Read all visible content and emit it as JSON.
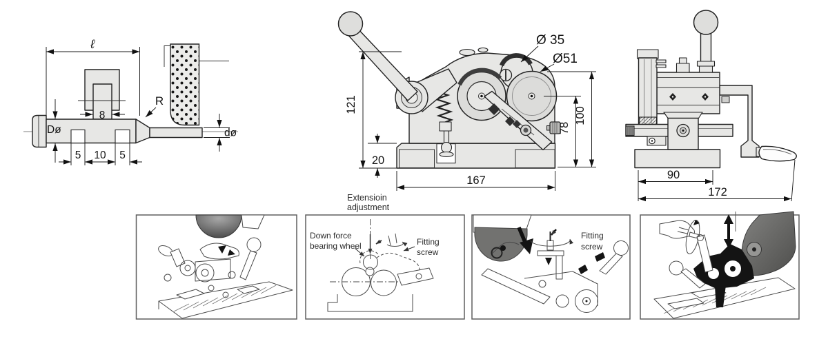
{
  "app": {
    "type": "technical-diagram-sheet",
    "background": "#ffffff"
  },
  "pin_view": {
    "dim_length": "ℓ",
    "dim_width": "8",
    "label_radius": "R",
    "label_major_dia": "Dø",
    "label_minor_dia": "dø",
    "dim_seg_left": "5",
    "dim_seg_mid": "10",
    "dim_seg_right": "5"
  },
  "side_view": {
    "dim_height": "121",
    "dim_base_height": "20",
    "dim_width": "167",
    "dim_wheel_small": "Ø 35",
    "dim_wheel_large": "Ø51",
    "dim_center_height": "78",
    "dim_top_height": "100"
  },
  "front_view": {
    "dim_inner_width": "90",
    "dim_total_width": "172"
  },
  "captions": {
    "extension_line1": "Extensioin",
    "extension_line2": "adjustment",
    "down_force_line1": "Down force",
    "down_force_line2": "bearing wheel",
    "fitting_p2_line1": "Fitting",
    "fitting_p2_line2": "screw",
    "fitting_p3_line1": "Fitting",
    "fitting_p3_line2": "screw"
  },
  "colors": {
    "part_fill": "#e7e7e5",
    "outline": "#222222",
    "dim_line": "#1a1a1a",
    "panel_border": "#5f5f5f",
    "wheel_dark": "#5f5f5f"
  }
}
